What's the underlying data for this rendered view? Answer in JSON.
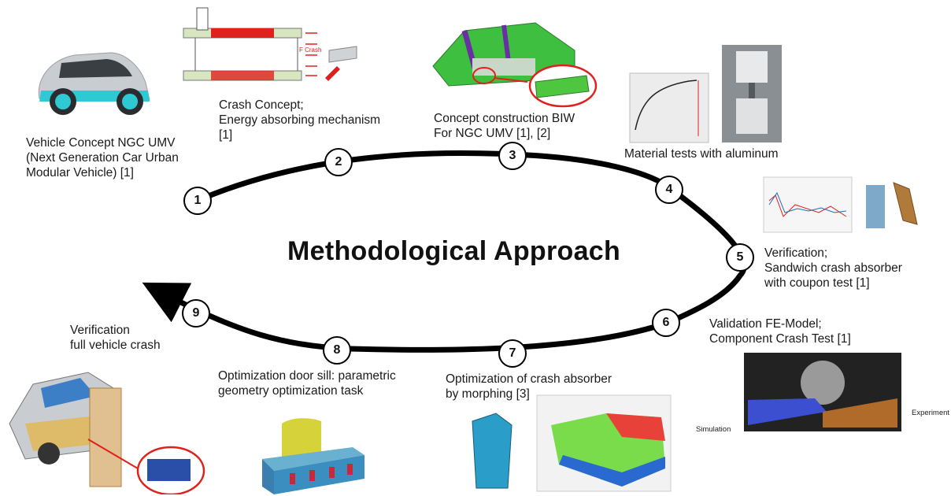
{
  "title": "Methodological Approach",
  "steps": [
    {
      "number": "1",
      "label": "Vehicle Concept NGC UMV\n(Next Generation Car Urban\nModular Vehicle) [1]"
    },
    {
      "number": "2",
      "label": "Crash Concept;\nEnergy absorbing mechanism\n[1]"
    },
    {
      "number": "3",
      "label": "Concept construction BIW\nFor NGC UMV [1], [2]"
    },
    {
      "number": "4",
      "label": "Material tests with aluminum"
    },
    {
      "number": "5",
      "label": "Verification;\nSandwich crash absorber\nwith coupon test [1]"
    },
    {
      "number": "6",
      "label": "Validation FE-Model;\nComponent Crash Test [1]"
    },
    {
      "number": "7",
      "label": "Optimization of crash absorber\nby morphing [3]"
    },
    {
      "number": "8",
      "label": "Optimization door sill: parametric\ngeometry optimization task"
    },
    {
      "number": "9",
      "label": "Verification\nfull vehicle crash"
    }
  ],
  "crash_test_labels": {
    "simulation": "Simulation",
    "experiment": "Experiment"
  },
  "crash_concept_force_label": "F Crash",
  "colors": {
    "loop": "#000000",
    "car_body": "#c9cdd2",
    "car_accent": "#2ec9d2",
    "biw_green": "#3fbf3f",
    "biw_purple": "#6a2fa3",
    "fe_blue": "#1f6fb2",
    "highlight_red": "#e0201c"
  }
}
